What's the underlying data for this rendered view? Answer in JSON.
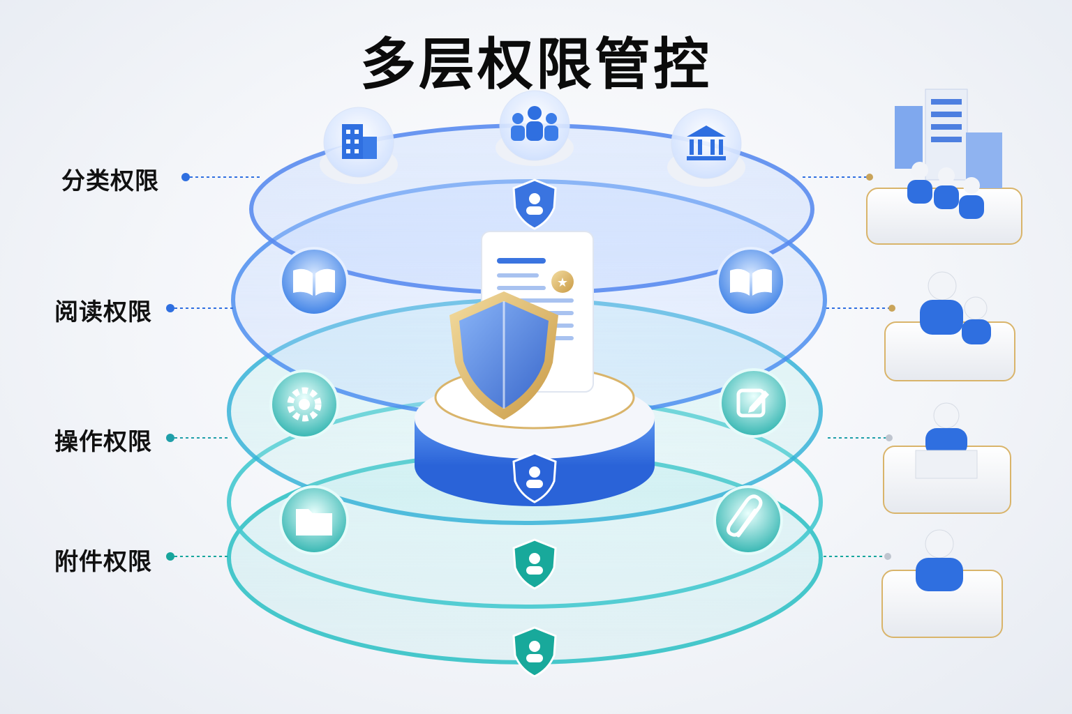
{
  "title": "多层权限管控",
  "layers": [
    {
      "label": "分类权限",
      "color": "#2f6fe0"
    },
    {
      "label": "阅读权限",
      "color": "#2f6fe0"
    },
    {
      "label": "操作权限",
      "color": "#1fa3b8"
    },
    {
      "label": "附件权限",
      "color": "#17a59c"
    }
  ],
  "icons": {
    "top": [
      "building-icon",
      "team-icon",
      "institution-icon"
    ],
    "layer2": [
      "open-book-icon",
      "open-book-icon"
    ],
    "layer3": [
      "gear-icon",
      "edit-icon"
    ],
    "layer4": [
      "folder-icon",
      "paperclip-icon"
    ],
    "center": [
      "document-icon",
      "shield-icon"
    ],
    "side": [
      "server-org-icon",
      "user-pair-icon",
      "user-desk-icon",
      "single-user-icon"
    ]
  },
  "colors": {
    "blue": "#2f6fe0",
    "cyan": "#22a9c4",
    "teal": "#16a89a",
    "gold": "#d9b46a"
  }
}
